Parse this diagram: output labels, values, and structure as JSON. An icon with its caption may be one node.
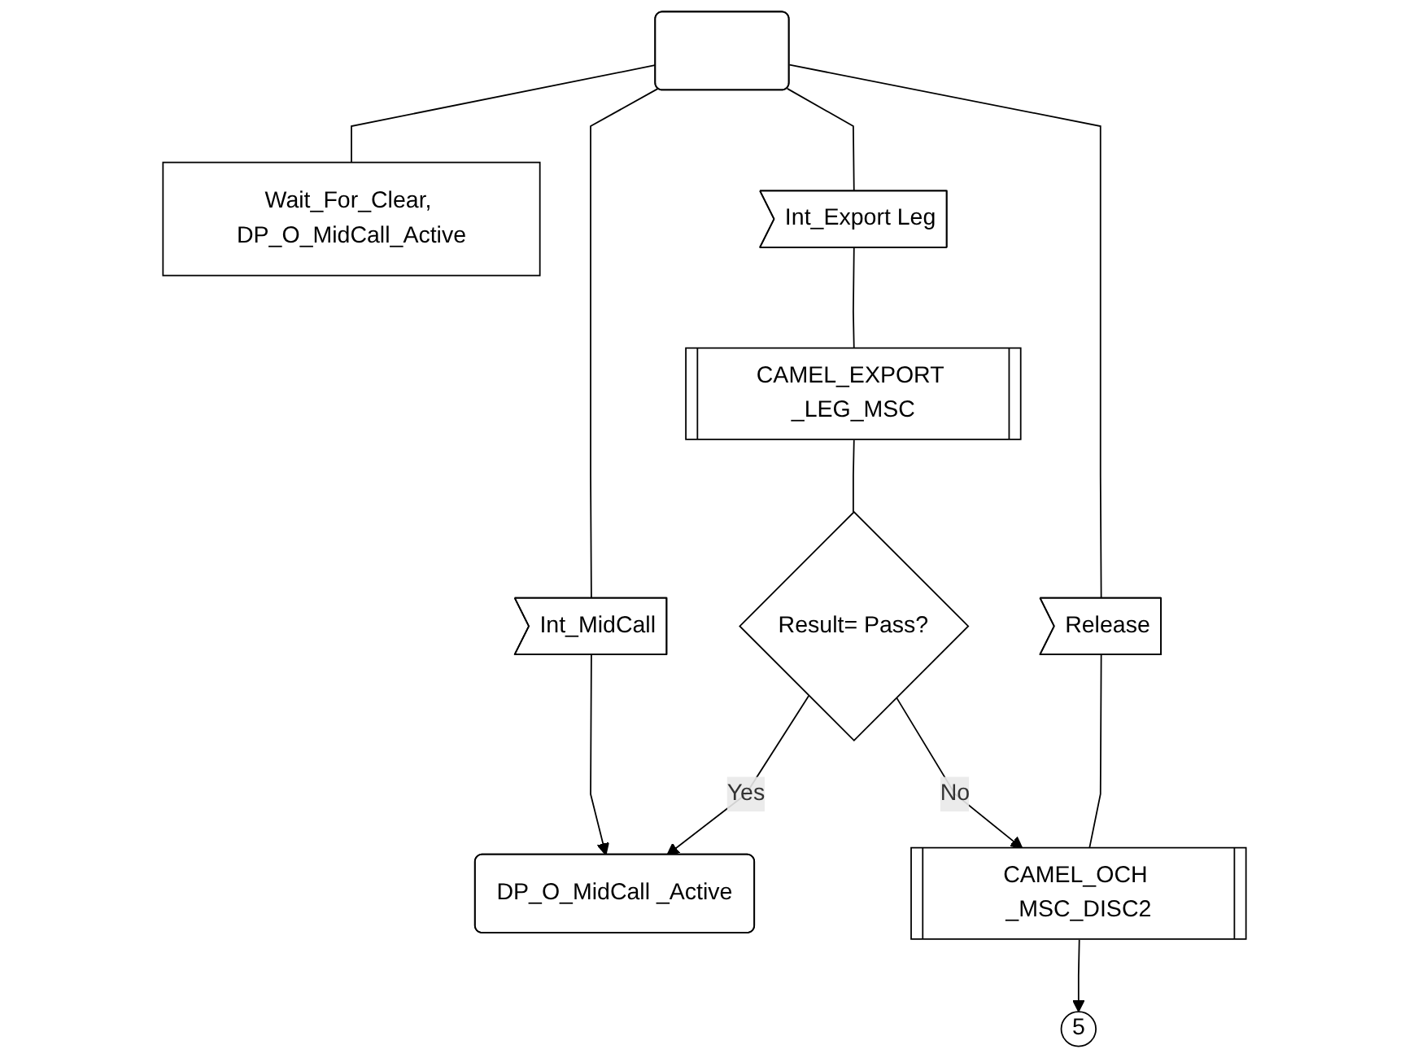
{
  "diagram": {
    "nodes": [
      {
        "text": [],
        "shape": "box"
      },
      {
        "text": [
          "Wait_For_Clear, DP_O_MidCall_Active"
        ]
      },
      {
        "text": [
          "Int_MidCall"
        ]
      },
      {
        "text": [
          "Int_Export Leg"
        ]
      },
      {
        "text": [
          "Release"
        ]
      },
      {
        "text": [
          "CAMEL_EXPORT _LEG_MSC"
        ]
      },
      {
        "text": [
          "Result= Pass?"
        ]
      },
      {
        "text": [
          "DP_O_MidCall _Active"
        ]
      },
      {
        "text": [
          "CAMEL_OCH _MSC_DISC2"
        ]
      },
      {
        "text": [
          "5"
        ]
      }
    ],
    "edges": [
      {
        "from": 0,
        "to": 1,
        "arrow": "none"
      },
      {
        "from": 0,
        "to": 2,
        "arrow": "none"
      },
      {
        "from": 0,
        "to": 3,
        "arrow": "none"
      },
      {
        "from": 0,
        "to": 4,
        "arrow": "none"
      },
      {
        "from": 3,
        "to": 5,
        "arrow": "none"
      },
      {
        "from": 5,
        "to": 6,
        "arrow": "none"
      },
      {
        "from": 6,
        "to": 8,
        "arrow": "to",
        "label": "No"
      },
      {
        "from": 2,
        "to": 7,
        "arrow": "to"
      },
      {
        "from": 6,
        "to": 7,
        "arrow": "to",
        "label": "Yes"
      },
      {
        "from": 4,
        "to": 8,
        "arrow": "none"
      },
      {
        "from": 8,
        "to": 9,
        "arrow": "to"
      }
    ]
  }
}
